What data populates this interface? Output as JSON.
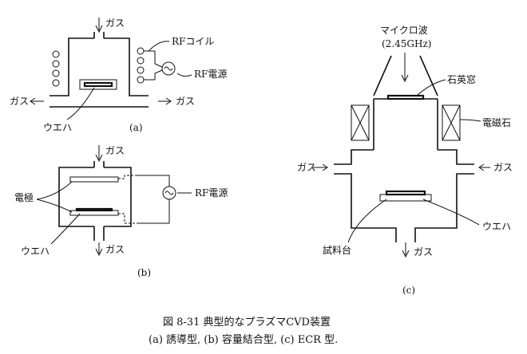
{
  "labels": {
    "gas": "ガス",
    "gas_out_arrow": "ガス→",
    "gas_out_left": "←ガス",
    "rf_coil": "RFコイル",
    "rf_power": "RF電源",
    "wafer": "ウエハ",
    "electrode": "電極",
    "microwave": "マイクロ波",
    "freq": "(2.45GHz)",
    "quartz_window": "石英窓",
    "magnet": "電磁石",
    "sample_stage": "試料台"
  },
  "panels": {
    "a": "(a)",
    "b": "(b)",
    "c": "(c)"
  },
  "caption": {
    "title": "図 8-31  典型的なプラズマCVD装置",
    "sub": "(a) 誘導型, (b) 容量結合型, (c) ECR 型."
  }
}
